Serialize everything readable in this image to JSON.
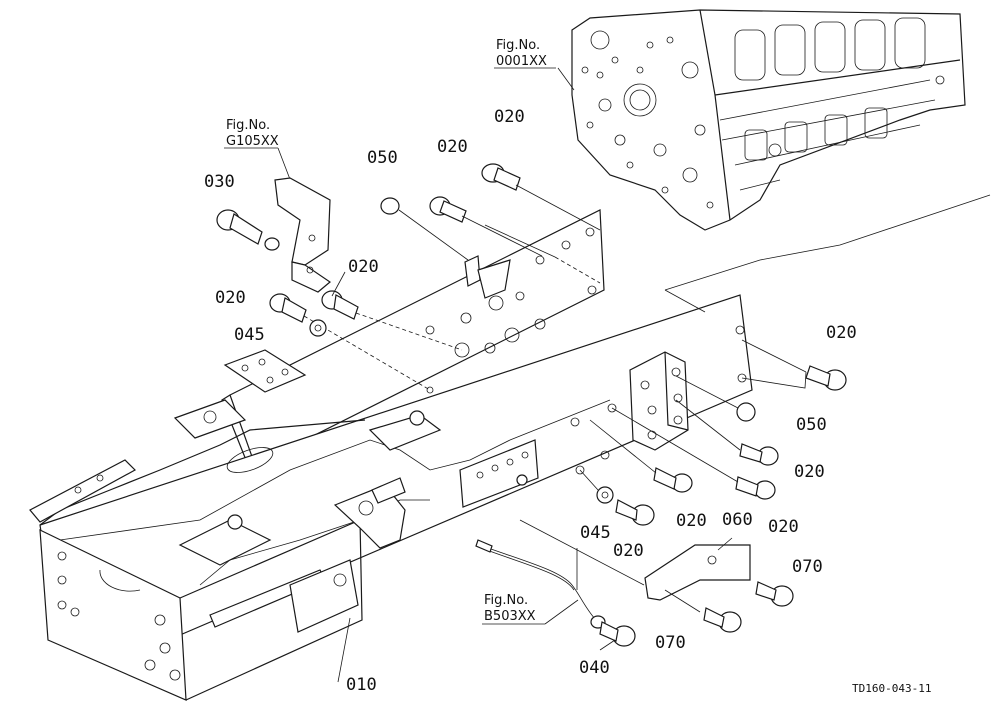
{
  "figure_refs": {
    "engine": {
      "title": "Fig.No.",
      "code": "0001XX"
    },
    "bracket": {
      "title": "Fig.No.",
      "code": "G105XX"
    },
    "harness": {
      "title": "Fig.No.",
      "code": "B503XX"
    }
  },
  "callouts": {
    "c020_top": "020",
    "c050_top": "050",
    "c020_mid": "020",
    "c030": "030",
    "c020_left2": "020",
    "c020_left": "020",
    "c045_left": "045",
    "c020_right_top": "020",
    "c050_right": "050",
    "c020_right_a": "020",
    "c020_right_b": "020",
    "c020_right_c": "020",
    "c045_bottom": "045",
    "c020_bottom": "020",
    "c060": "060",
    "c070_right": "070",
    "c070_bottom": "070",
    "c040": "040",
    "c010": "010"
  },
  "drawing_code": "TD160-043-11"
}
